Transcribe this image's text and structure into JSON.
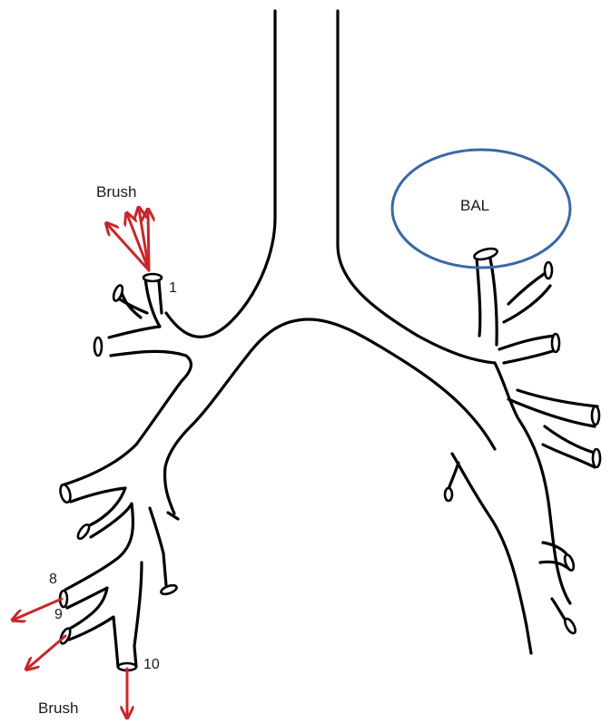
{
  "labels": {
    "brush_top": "Brush",
    "brush_bottom": "Brush",
    "bal": "BAL",
    "site_1": "1",
    "site_8": "8",
    "site_9": "9",
    "site_10": "10"
  },
  "colors": {
    "airway_outline": "#000000",
    "brush_arrow": "#c8262c",
    "bal_ellipse": "#3a68a5",
    "background": "#ffffff"
  }
}
